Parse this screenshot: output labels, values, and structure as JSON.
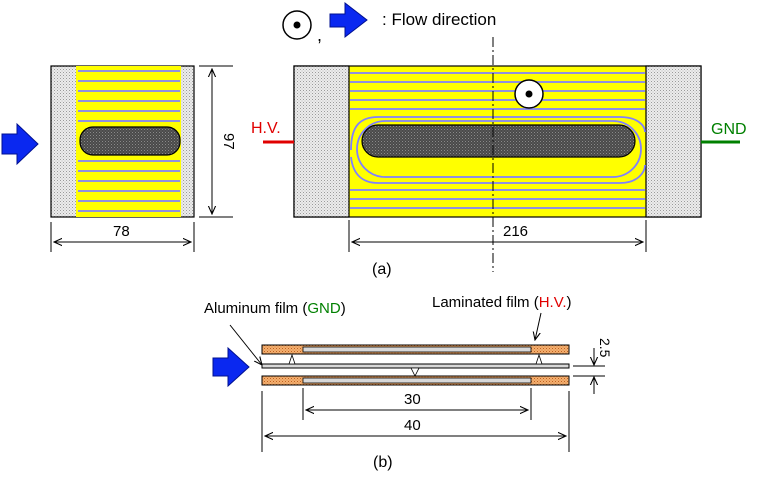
{
  "legend": {
    "separator": ",",
    "text": ": Flow direction"
  },
  "panel_a": {
    "left_view": {
      "width_dim": "78",
      "height_dim": "97"
    },
    "right_view": {
      "width_dim": "216",
      "hv_label": "H.V.",
      "gnd_label": "GND"
    },
    "caption": "(a)"
  },
  "panel_b": {
    "aluminum_label": "Aluminum film (",
    "aluminum_gnd": "GND",
    "aluminum_close": ")",
    "laminated_label": "Laminated film (",
    "laminated_hv": "H.V.",
    "laminated_close": ")",
    "gap_dim": "2.5",
    "inner_dim": "30",
    "outer_dim": "40",
    "caption": "(b)"
  },
  "colors": {
    "hv": "#e00000",
    "gnd": "#008000",
    "flow_arrow": "#0a28f0",
    "coil_yellow": "#ffff00",
    "coil_blue": "#8080ff",
    "electrode": "#5a5a5a",
    "orange_film": "#f0a050",
    "stipple": "#d8d8d8"
  },
  "icons": {
    "flow_arrow": "blue-right-arrow-icon",
    "out_of_page": "dot-in-circle-icon"
  }
}
